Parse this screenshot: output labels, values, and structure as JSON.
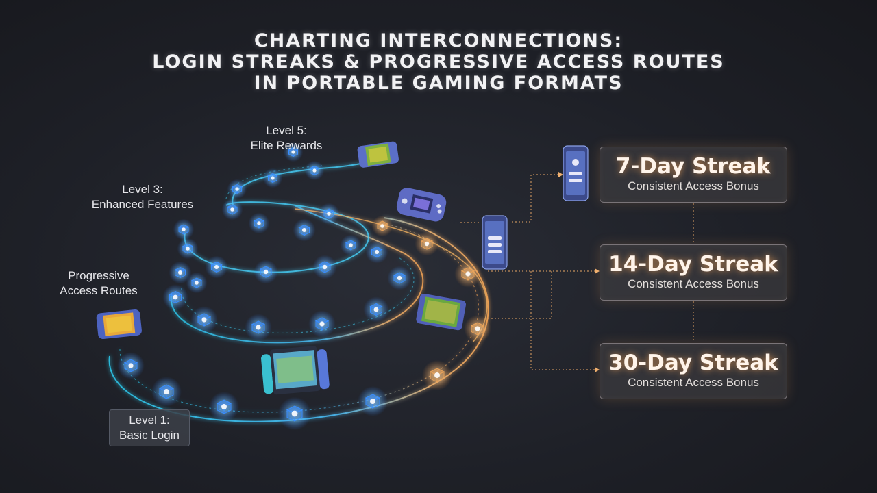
{
  "title": {
    "line1": "CHARTING INTERCONNECTIONS:",
    "line2": "LOGIN STREAKS & PROGRESSIVE ACCESS ROUTES",
    "line3": "IN PORTABLE GAMING FORMATS"
  },
  "levels": {
    "level5": {
      "line1": "Level 5:",
      "line2": "Elite Rewards"
    },
    "level3": {
      "line1": "Level 3:",
      "line2": "Enhanced Features"
    },
    "routes": {
      "line1": "Progressive",
      "line2": "Access Routes"
    },
    "level1": {
      "line1": "Level 1:",
      "line2": "Basic Login"
    }
  },
  "streaks": [
    {
      "title": "7-Day Streak",
      "subtitle": "Consistent Access Bonus"
    },
    {
      "title": "14-Day Streak",
      "subtitle": "Consistent Access Bonus"
    },
    {
      "title": "30-Day Streak",
      "subtitle": "Consistent Access Bonus"
    }
  ],
  "colors": {
    "cube_blue": "#3a8dff",
    "cube_gold": "#e9a35a",
    "trail_cyan": "#39d0e8",
    "trail_gold": "#f0b060",
    "background": "#1e2027"
  },
  "icons": [
    "handheld-console-icon",
    "smartphone-icon",
    "cube-node-icon"
  ]
}
